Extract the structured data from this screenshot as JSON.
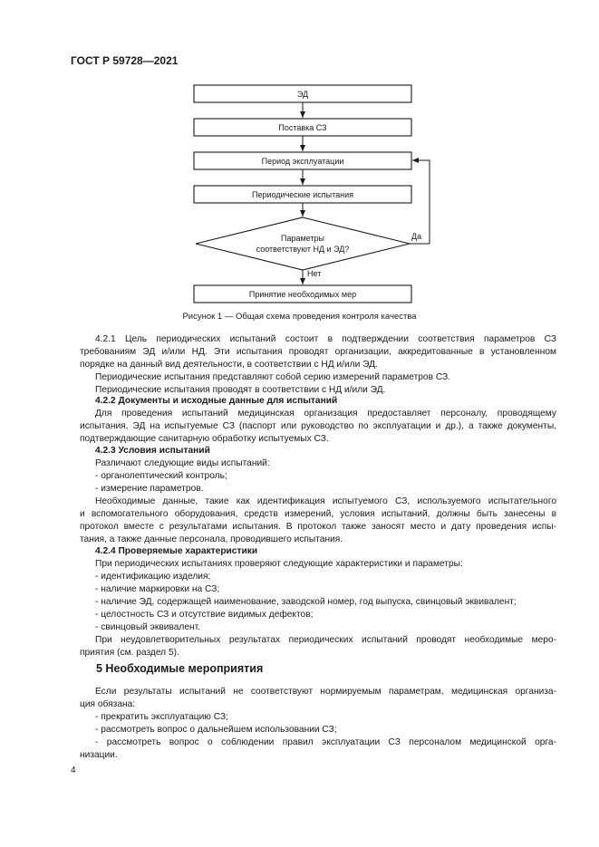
{
  "header": {
    "code": "ГОСТ Р 59728—2021"
  },
  "flowchart": {
    "box1": "ЭД",
    "box2": "Поставка СЗ",
    "box3": "Период эксплуатации",
    "box4": "Периодические испытания",
    "decision_line1": "Параметры",
    "decision_line2": "соответствуют НД и ЭД?",
    "yes": "Да",
    "no": "Нет",
    "box5": "Принятие необходимых мер"
  },
  "caption": "Рисунок 1 — Общая схема проведения контроля качества",
  "lines": [
    "4.2.1 Цель периодических испытаний состоит в подтверждении соответствия параметров СЗ",
    "требованиям ЭД и/или НД. Эти испытания проводят организации, аккредитованные в установленном",
    "порядке на данный вид деятельности, в соответствии с НД и/или ЭД.",
    "Периодические испытания представляют собой серию измерений параметров СЗ.",
    "Периодические испытания проводят в соответствии с НД и/или ЭД.",
    "4.2.2 Документы и исходные данные для испытаний",
    "Для проведения испытаний медицинская организация предоставляет персоналу, проводящему",
    "испытания, ЭД на испытуемые СЗ (паспорт или руководство по эксплуатации и др.), а также документы,",
    "подтверждающие санитарную обработку испытуемых СЗ.",
    "4.2.3 Условия испытаний",
    "Различают следующие виды испытаний:",
    "- органолептический контроль;",
    "- измерение параметров.",
    "Необходимые данные, такие как идентификация испытуемого СЗ, используемого испытательного",
    "и вспомогательного оборудования, средств измерений, условия испытаний, должны быть занесены в",
    "протокол вместе с результатами испытания. В протокол также заносят место и дату проведения испы-",
    "тания, а также данные персонала, проводившего испытания.",
    "4.2.4 Проверяемые характеристики",
    "При периодических испытаниях проверяют следующие характеристики и параметры:",
    "- идентификацию изделия;",
    "- наличие маркировки на СЗ;",
    "- наличие ЭД, содержащей наименование, заводской номер, год выпуска, свинцовый эквивалент;",
    "- целостность СЗ и отсутствие видимых дефектов;",
    "- свинцовый эквивалент.",
    "При неудовлетворительных результатах периодических испытаний проводят необходимые меро-",
    "приятия (см. раздел 5)."
  ],
  "section5": {
    "title": "5 Необходимые мероприятия",
    "lines": [
      "Если результаты испытаний не соответствуют нормируемым параметрам, медицинская организа-",
      "ция обязана:",
      "- прекратить эксплуатацию СЗ;",
      "- рассмотреть вопрос о дальнейшем использовании СЗ;",
      "- рассмотреть вопрос о соблюдении правил эксплуатации СЗ персоналом медицинской орга-",
      "низации."
    ]
  },
  "page_number": "4"
}
